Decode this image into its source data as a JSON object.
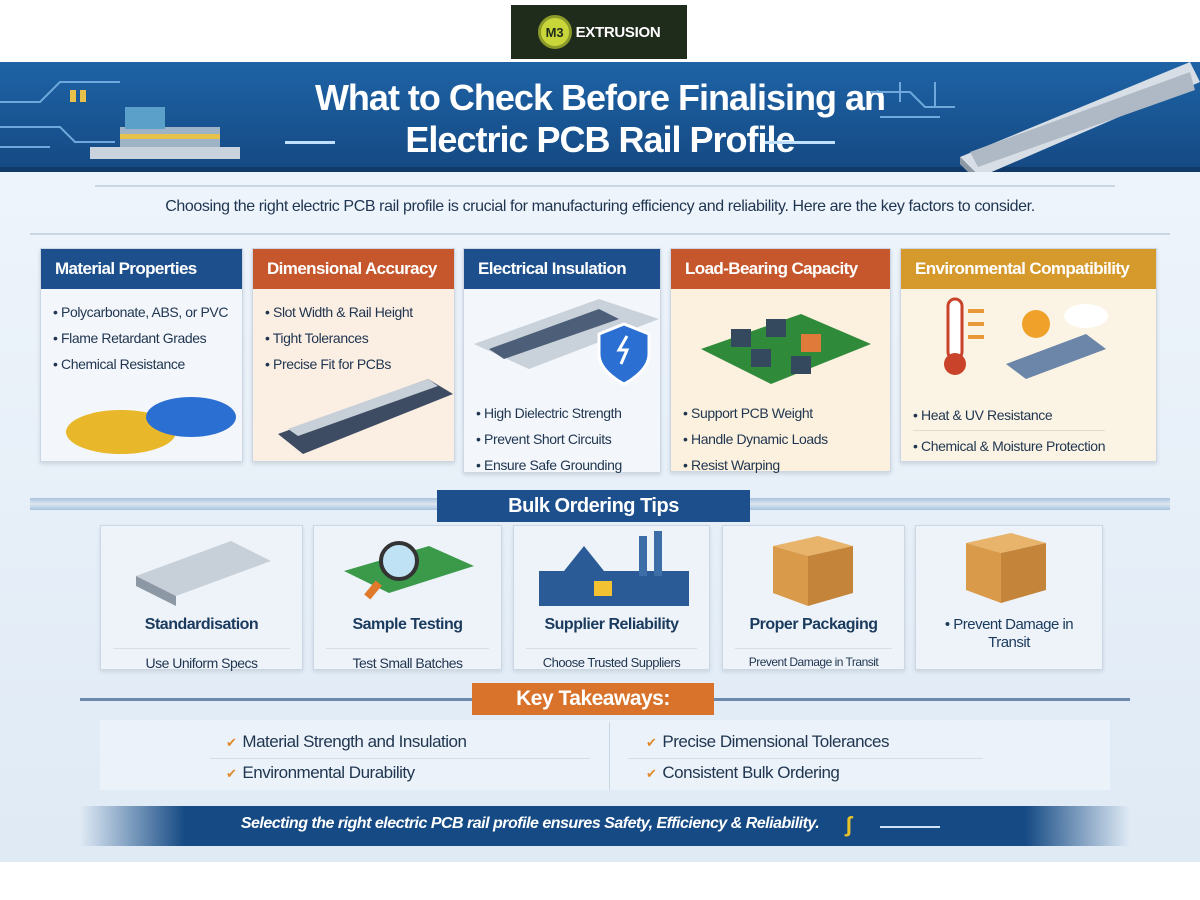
{
  "logo": {
    "text": "M3 EXTRUSION",
    "mark": "M3",
    "word": "EXTRUSION"
  },
  "header": {
    "title_line1": "What to Check Before Finalising an",
    "title_line2": "Electric PCB Rail Profile"
  },
  "intro": "Choosing the right electric PCB rail profile is crucial for manufacturing efficiency and reliability. Here are the key factors to consider.",
  "factors": [
    {
      "title": "Material Properties",
      "color": "#1c4f8c",
      "items": [
        "Polycarbonate, ABS, or PVC",
        "Flame Retardant Grades",
        "Chemical Resistance"
      ]
    },
    {
      "title": "Dimensional Accuracy",
      "color": "#c6562b",
      "items": [
        "Slot Width & Rail Height",
        "Tight Tolerances",
        "Precise Fit for PCBs"
      ]
    },
    {
      "title": "Electrical Insulation",
      "color": "#1c4f8c",
      "items": [
        "High Dielectric Strength",
        "Prevent Short Circuits",
        "Ensure Safe Grounding"
      ]
    },
    {
      "title": "Load-Bearing Capacity",
      "color": "#c6562b",
      "items": [
        "Support PCB Weight",
        "Handle Dynamic Loads",
        "Resist Warping"
      ]
    },
    {
      "title": "Environmental Compatibility",
      "color": "#d69a2c",
      "items": [
        "Heat & UV Resistance",
        "Chemical & Moisture Protection"
      ]
    }
  ],
  "bulk": {
    "title": "Bulk Ordering Tips",
    "tips": [
      {
        "title": "Standardisation",
        "sub": "Use Uniform Specs",
        "icon": "rail-profile-icon"
      },
      {
        "title": "Sample Testing",
        "sub": "Test Small Batches",
        "icon": "magnifier-pcb-icon"
      },
      {
        "title": "Supplier Reliability",
        "sub": "Choose Trusted Suppliers",
        "icon": "factory-icon"
      },
      {
        "title": "Proper Packaging",
        "sub": "Prevent Damage in Transit",
        "icon": "box-icon"
      },
      {
        "title": "Prevent Damage in Transit",
        "sub": "",
        "icon": "box-icon"
      }
    ]
  },
  "takeaways": {
    "title": "Key Takeaways:",
    "items": [
      "Material Strength and Insulation",
      "Environmental Durability",
      "Precise Dimensional Tolerances",
      "Consistent Bulk Ordering"
    ]
  },
  "footer": "Selecting the right electric PCB rail profile ensures Safety, Efficiency & Reliability.",
  "colors": {
    "blue": "#1c4f8c",
    "orange": "#c6562b",
    "gold": "#d69a2c",
    "check": "#e08a2a"
  }
}
